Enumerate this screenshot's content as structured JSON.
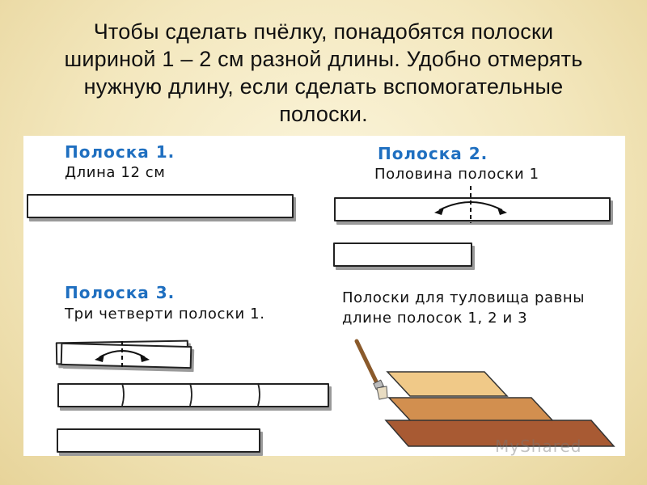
{
  "intro": {
    "line1": "Чтобы сделать пчёлку, понадобятся полоски",
    "line2": "шириной 1 – 2 см разной длины. Удобно отмерять",
    "line3": "нужную длину, если сделать вспомогательные",
    "line4": "полоски."
  },
  "strip1": {
    "title": "Полоска 1.",
    "caption": "Длина 12 см"
  },
  "strip2": {
    "title": "Полоска 2.",
    "caption": "Половина полоски 1"
  },
  "strip3": {
    "title": "Полоска 3.",
    "caption": "Три четверти полоски 1."
  },
  "body": {
    "line1": "Полоски для туловища равны",
    "line2": "длине полосок 1, 2 и 3"
  },
  "colors": {
    "heading": "#1f6fc0",
    "strip_light": "#f0c988",
    "strip_mid": "#d28f4f",
    "strip_dark": "#a85a33"
  },
  "watermark": "MyShared"
}
